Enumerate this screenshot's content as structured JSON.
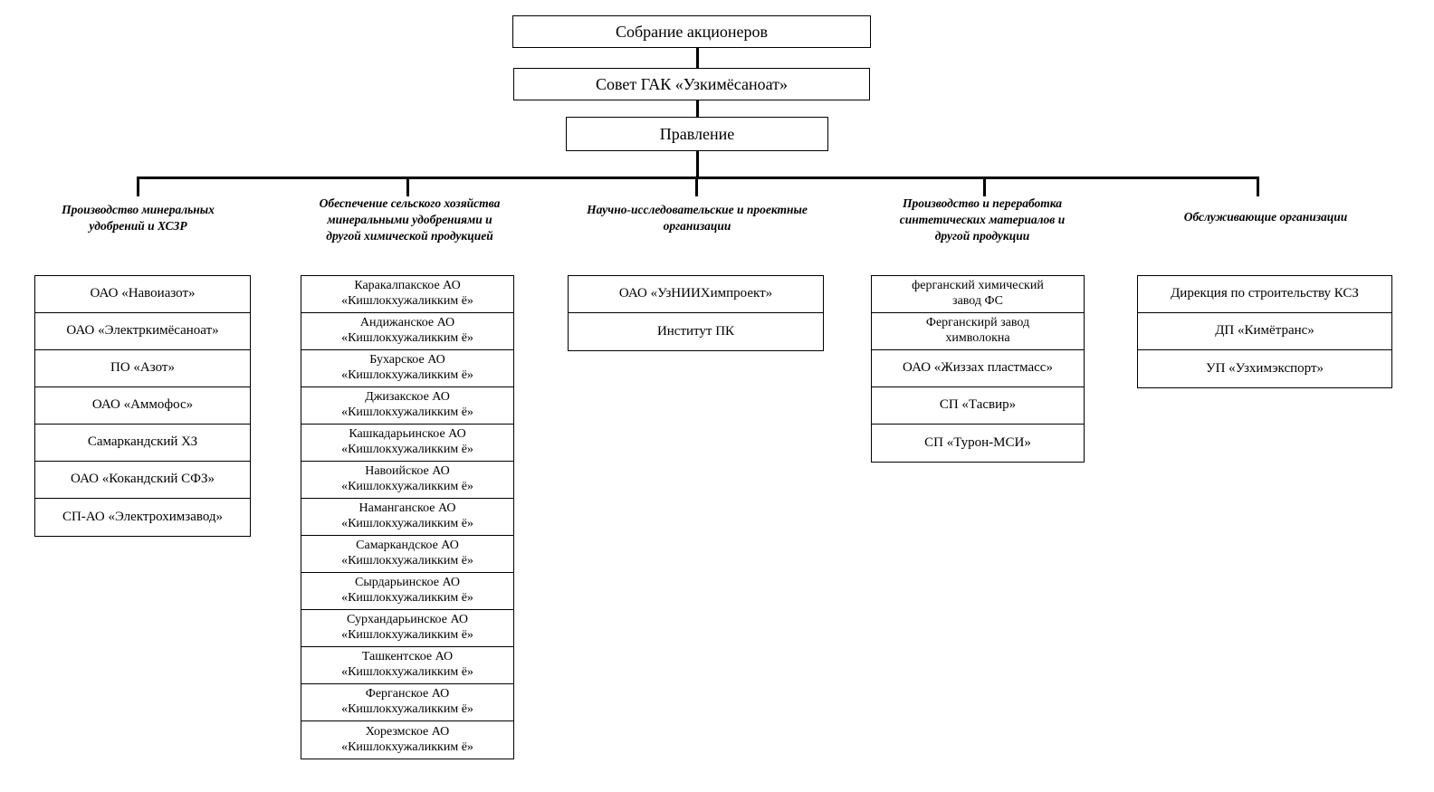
{
  "hierarchy": {
    "level1": "Собрание акционеров",
    "level2": "Совет ГАК «Узкимёсаноат»",
    "level3": "Правление"
  },
  "columns": [
    {
      "caption": "Производство минеральных\nудобрений и ХСЗР",
      "caption_lines": [
        "Производство минеральных",
        "удобрений и ХСЗР"
      ],
      "items": [
        {
          "line1": "ОАО «Навоиазот»",
          "line2": ""
        },
        {
          "line1": "ОАО «Электркимёсаноат»",
          "line2": ""
        },
        {
          "line1": "ПО «Азот»",
          "line2": ""
        },
        {
          "line1": "ОАО «Аммофос»",
          "line2": ""
        },
        {
          "line1": "Самаркандский ХЗ",
          "line2": ""
        },
        {
          "line1": "ОАО «Кокандский СФЗ»",
          "line2": ""
        },
        {
          "line1": "СП-АО «Электрохимзавод»",
          "line2": ""
        }
      ]
    },
    {
      "caption": "Обеспечение сельского хозяйства\nминеральными удобрениями и\nдругой химической продукцией",
      "caption_lines": [
        "Обеспечение сельского хозяйства",
        "минеральными удобрениями и",
        "другой химической продукцией"
      ],
      "items": [
        {
          "line1": "Каракалпакское АО",
          "line2": "«Кишлокхужаликким ё»"
        },
        {
          "line1": "Андижанское АО",
          "line2": "«Кишлокхужаликким ё»"
        },
        {
          "line1": "Бухарское АО",
          "line2": "«Кишлокхужаликким ё»"
        },
        {
          "line1": "Джизакское АО",
          "line2": "«Кишлокхужаликким ё»"
        },
        {
          "line1": "Кашкадарьинское АО",
          "line2": "«Кишлокхужаликким ё»"
        },
        {
          "line1": "Навоийское АО",
          "line2": "«Кишлокхужаликким ё»"
        },
        {
          "line1": "Наманганское АО",
          "line2": "«Кишлокхужаликким ё»"
        },
        {
          "line1": "Самаркандское АО",
          "line2": "«Кишлокхужаликким ё»"
        },
        {
          "line1": "Сырдарьинское АО",
          "line2": "«Кишлокхужаликким ё»"
        },
        {
          "line1": "Сурхандарьинское АО",
          "line2": "«Кишлокхужаликким ё»"
        },
        {
          "line1": "Ташкентское АО",
          "line2": "«Кишлокхужаликким ё»"
        },
        {
          "line1": "Ферганское АО",
          "line2": "«Кишлокхужаликким ё»"
        },
        {
          "line1": "Хорезмское АО",
          "line2": "«Кишлокхужаликким ё»"
        }
      ]
    },
    {
      "caption": "Научно-исследовательские и проектные\nорганизации",
      "caption_lines": [
        "Научно-исследовательские и проектные",
        "организации"
      ],
      "items": [
        {
          "line1": "ОАО «УзНИИХимпроект»",
          "line2": ""
        },
        {
          "line1": "Институт ПК",
          "line2": ""
        }
      ]
    },
    {
      "caption": "Производство и переработка\nсинтетических материалов и\nдругой продукции",
      "caption_lines": [
        "Производство и переработка",
        "синтетических материалов и",
        "другой продукции"
      ],
      "items": [
        {
          "line1": "ферганский химический",
          "line2": "завод ФС"
        },
        {
          "line1": "Ферганскирй завод",
          "line2": "химволокна"
        },
        {
          "line1": "ОАО «Жиззах пластмасс»",
          "line2": ""
        },
        {
          "line1": "СП «Тасвир»",
          "line2": ""
        },
        {
          "line1": "СП «Турон-МСИ»",
          "line2": ""
        }
      ]
    },
    {
      "caption": "Обслуживающие организации",
      "caption_lines": [
        "Обслуживающие организации"
      ],
      "items": [
        {
          "line1": "Дирекция по строительству КСЗ",
          "line2": ""
        },
        {
          "line1": "ДП «Кимётранс»",
          "line2": ""
        },
        {
          "line1": "УП «Узхимэкспорт»",
          "line2": ""
        }
      ]
    }
  ]
}
